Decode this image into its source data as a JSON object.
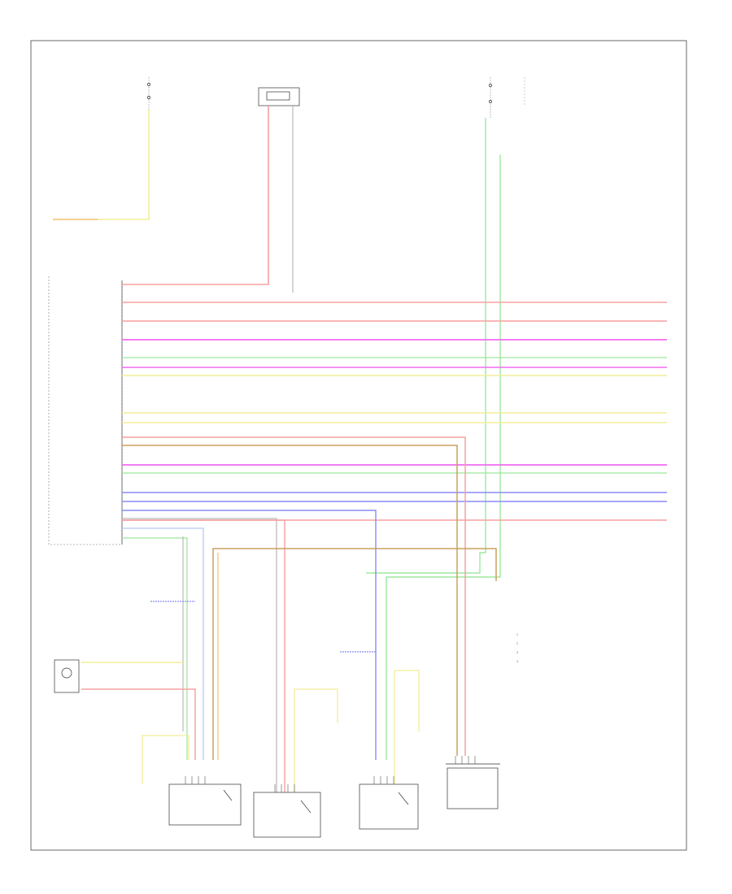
{
  "diagram": {
    "footer_code": "",
    "legend": [
      {
        "key": "1",
        "text": ""
      },
      {
        "key": "2",
        "text": ""
      },
      {
        "key": "3",
        "text": ""
      },
      {
        "key": "4",
        "text": ""
      }
    ],
    "components": [
      {
        "id": "fuse-top-left",
        "label": ""
      },
      {
        "id": "connector-top-center",
        "label": ""
      },
      {
        "id": "fuse-top-right",
        "label": ""
      },
      {
        "id": "module-left",
        "label": ""
      },
      {
        "id": "sensor-left",
        "label": ""
      },
      {
        "id": "motor-1",
        "label": ""
      },
      {
        "id": "motor-2",
        "label": ""
      },
      {
        "id": "motor-3",
        "label": ""
      },
      {
        "id": "module-right",
        "label": ""
      }
    ],
    "wire_colors": {
      "red": "#f7a0a0",
      "magenta": "#f06cf0",
      "green": "#9ee89e",
      "yellow": "#f2ee9a",
      "orange": "#f5c27a",
      "blue": "#8a8af5",
      "lightblue": "#b8c6f5",
      "brown": "#c8a060",
      "gray": "#bbbbbb"
    }
  }
}
